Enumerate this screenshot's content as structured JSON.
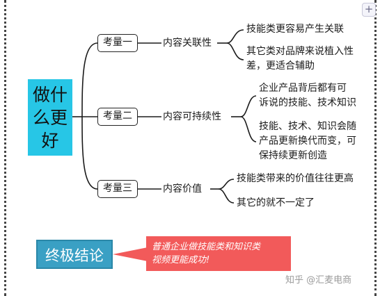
{
  "root": {
    "lines": [
      "做什",
      "么更",
      "好"
    ]
  },
  "branches": [
    {
      "consider": "考量一",
      "dimension": "内容关联性",
      "leaves": [
        {
          "lines": [
            "技能类更容易产生关联"
          ]
        },
        {
          "lines": [
            "其它类对品牌来说植入性",
            "差，更适合辅助"
          ]
        }
      ]
    },
    {
      "consider": "考量二",
      "dimension": "内容可持续性",
      "leaves": [
        {
          "lines": [
            "企业产品背后都有可",
            "诉说的技能、技术知识"
          ]
        },
        {
          "lines": [
            "技能、技术、知识会随",
            "产品更新换代而变，可",
            "保持续更新创造"
          ]
        }
      ]
    },
    {
      "consider": "考量三",
      "dimension": "内容价值",
      "leaves": [
        {
          "lines": [
            "技能类带来的价值往往更高"
          ]
        },
        {
          "lines": [
            "其它的就不一定了"
          ]
        }
      ]
    }
  ],
  "conclusion": {
    "label": "终极结论",
    "callout_lines": [
      "普通企业做技能类和知识类",
      "视频更能成功!"
    ]
  },
  "watermark": "知乎 @汇麦电商",
  "colors": {
    "root_bg": "#27c6e6",
    "conclusion_bg": "#3aa0c4",
    "callout_bg": "#f25a5a"
  },
  "icons": [
    "plus-icon"
  ]
}
